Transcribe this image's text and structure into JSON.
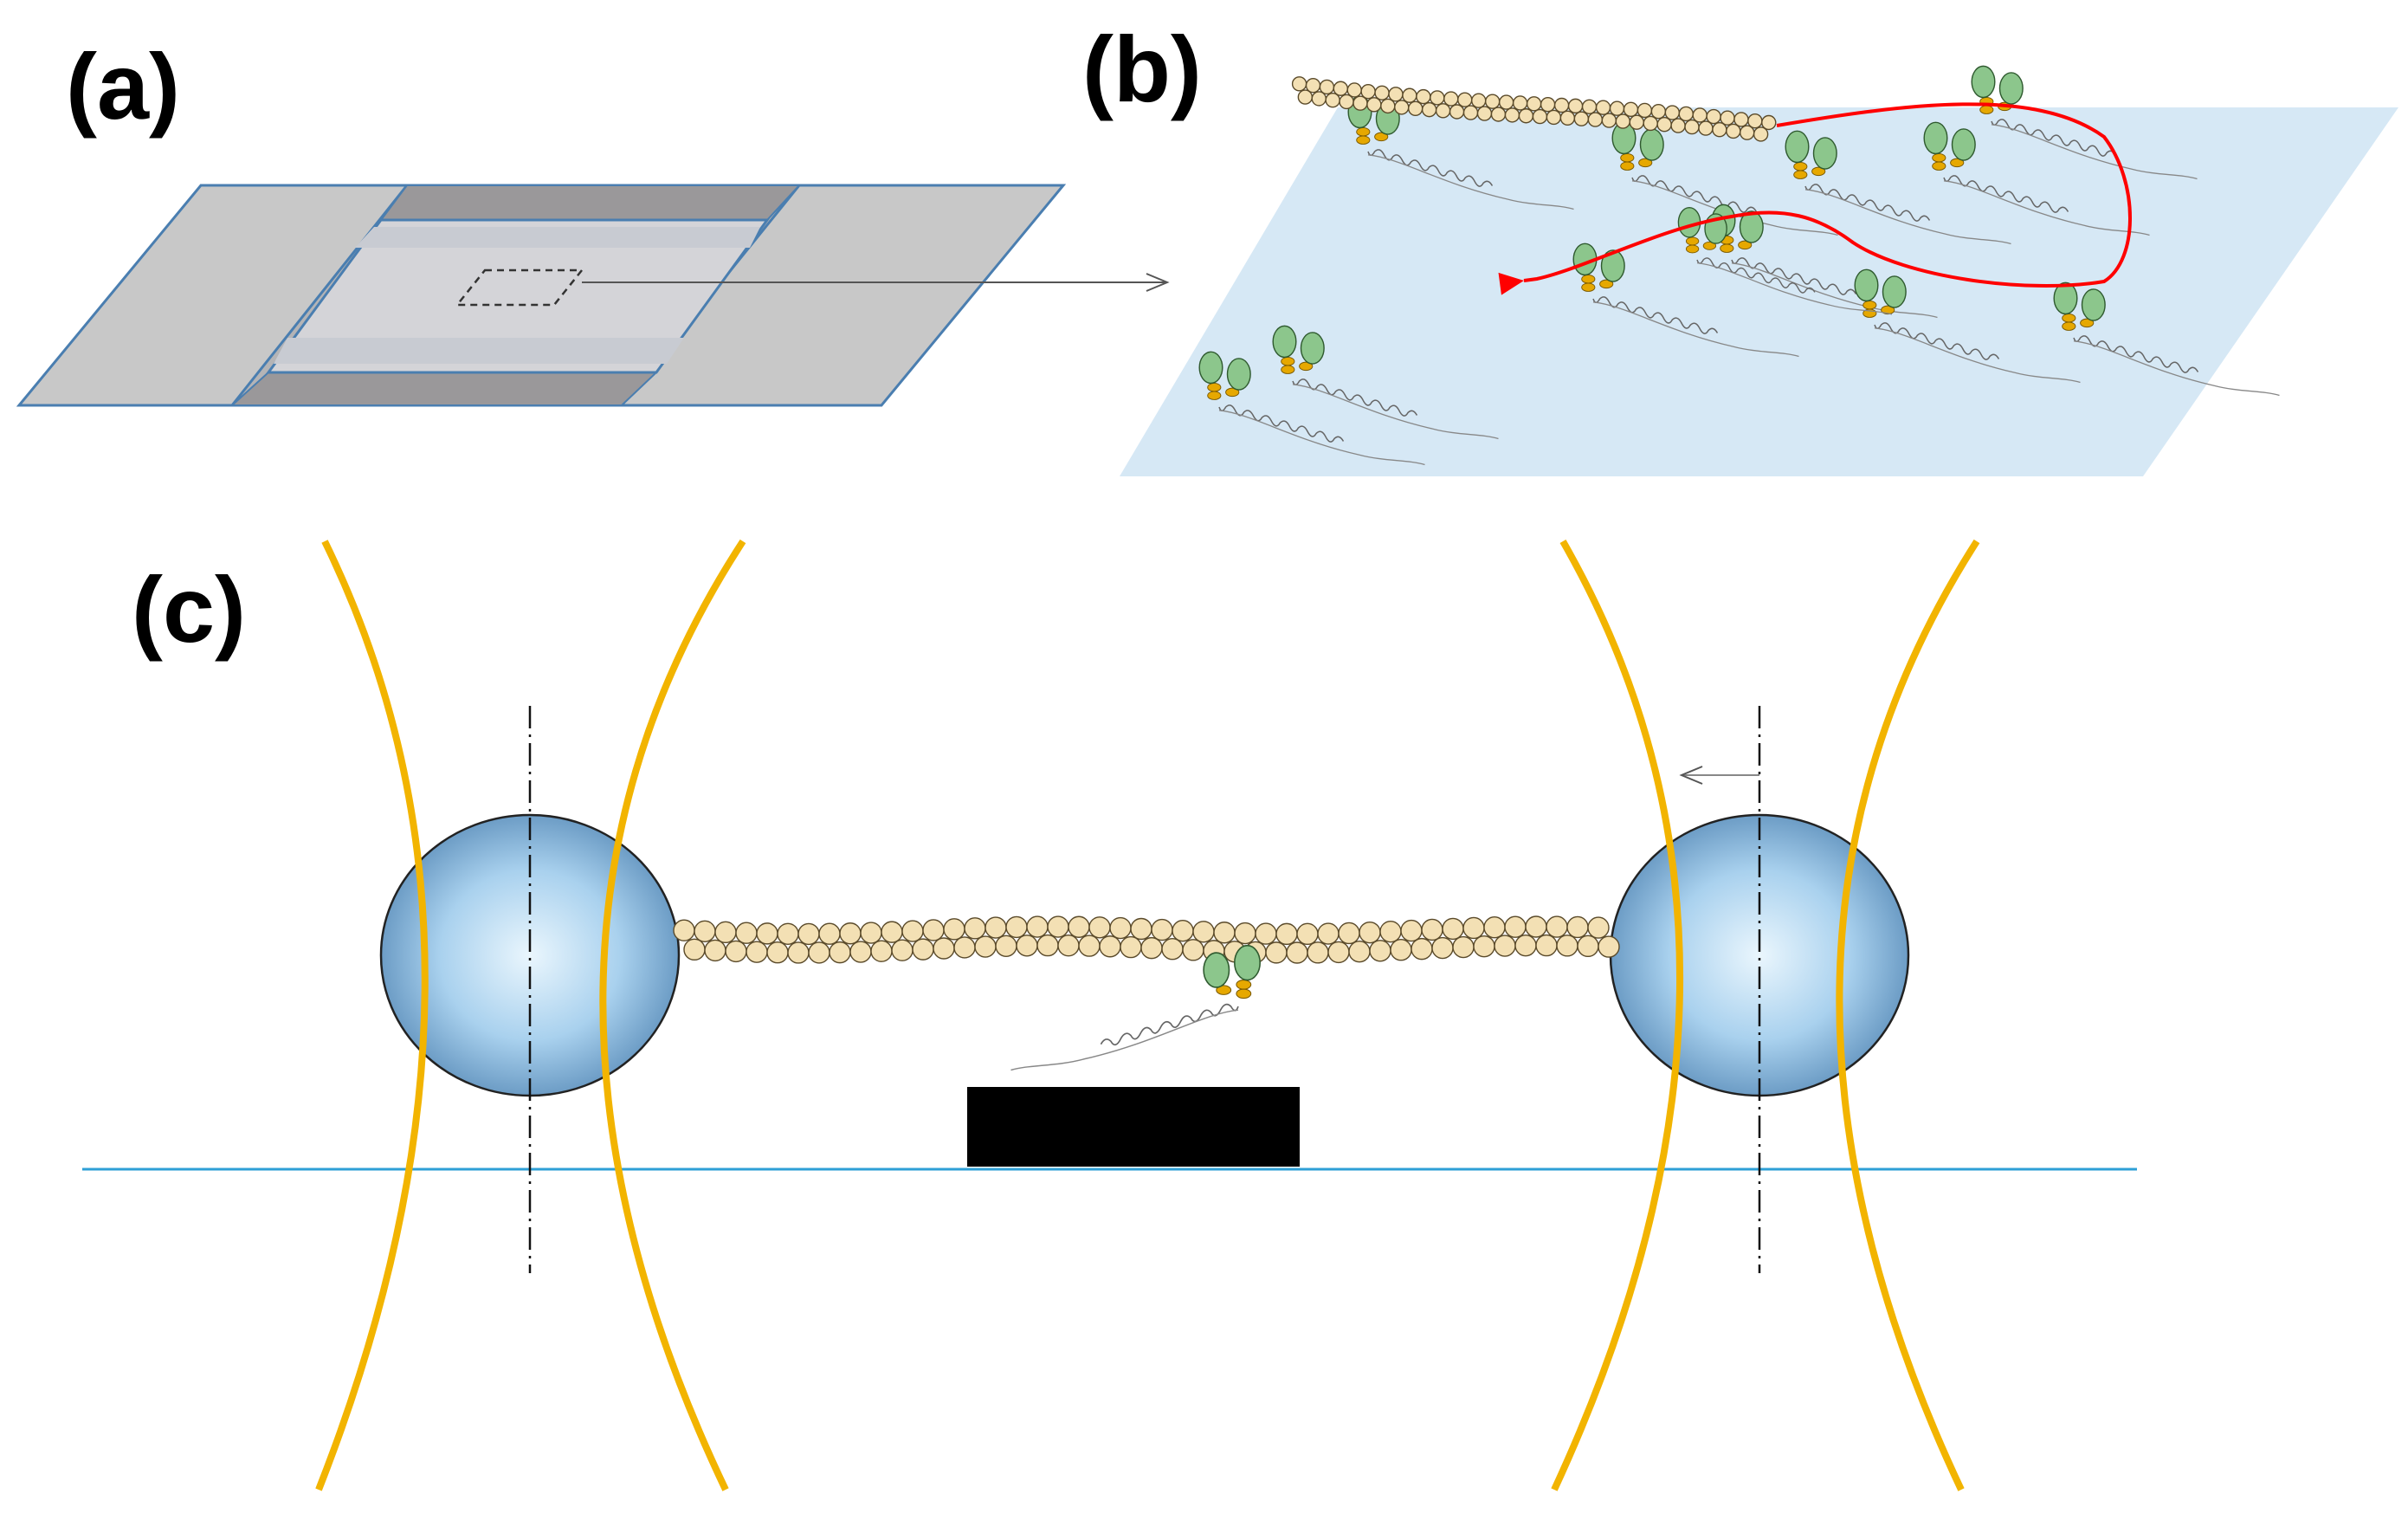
{
  "panels": {
    "a": {
      "label": "(a)"
    },
    "b": {
      "label": "(b)"
    },
    "c": {
      "label": "(c)"
    }
  },
  "colors": {
    "slide": "#c8c8c8",
    "slide_border": "#4a7eb0",
    "channel_dark": "#9a989a",
    "channel_light": "#d4d4d8",
    "surface": "#d6e8f5",
    "bead_light": "#eaf6fd",
    "bead_dark": "#5d8fbb",
    "actin": "#f3e0b4",
    "myosin_head": "#8cc68c",
    "myosin_neck": "#e6a800",
    "trap_beam": "#f2b400",
    "track": "#ff0000",
    "baseline": "#2e9fd6",
    "pedestal": "#000000"
  },
  "icons": [
    "actin-filament",
    "myosin-motor",
    "bead",
    "optical-trap-beam",
    "pedestal"
  ]
}
